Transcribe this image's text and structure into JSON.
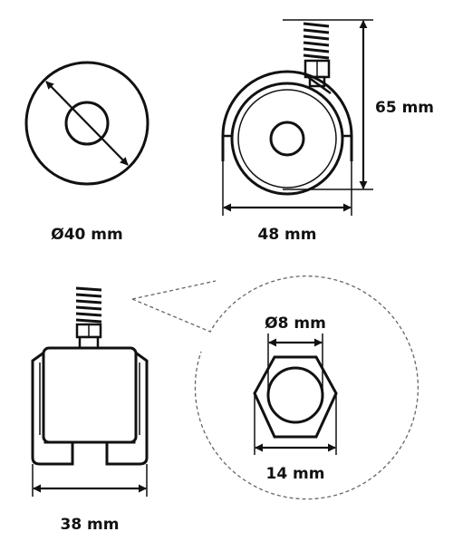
{
  "colors": {
    "stroke": "#111111",
    "fill": "#ffffff",
    "callout": "#666666"
  },
  "labels": {
    "wheel_diameter": "Ø40 mm",
    "side_width": "48 mm",
    "total_height": "65 mm",
    "front_width": "38 mm",
    "bore_diameter": "Ø8 mm",
    "hex_width": "14 mm"
  }
}
